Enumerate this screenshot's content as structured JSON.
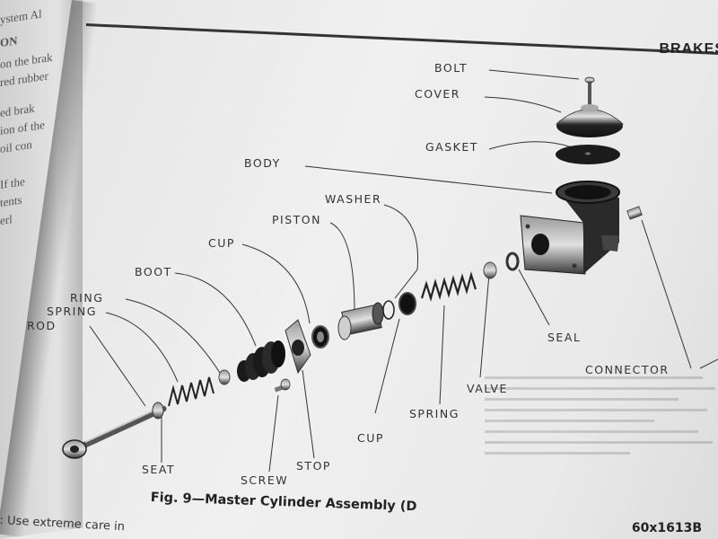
{
  "left_page": {
    "fragments": [
      "ystem Al",
      "ON",
      "on the brak",
      "red rubber",
      "ed brak",
      "ion of the",
      "oil con",
      "If the",
      "tents",
      "erl"
    ]
  },
  "header": {
    "section": "BRAKES"
  },
  "diagram": {
    "labels": {
      "bolt": "BOLT",
      "cover": "COVER",
      "gasket": "GASKET",
      "body": "BODY",
      "washer": "WASHER",
      "piston": "PISTON",
      "cup_top": "CUP",
      "boot": "BOOT",
      "ring": "RING",
      "spring_left": "SPRING",
      "rod": "ROD",
      "seat": "SEAT",
      "screw": "SCREW",
      "stop": "STOP",
      "cup_bottom": "CUP",
      "spring_right": "SPRING",
      "valve": "VALVE",
      "seal": "SEAL",
      "connector": "CONNECTOR"
    }
  },
  "caption": "Fig. 9—Master Cylinder Assembly (D",
  "figure_code": "60x1613B",
  "bottom_note": ": Use extreme care in",
  "colors": {
    "ink": "#222222",
    "part_dark": "#2a2a2a",
    "part_mid": "#6b6b6b",
    "paper": "#eeeeee"
  }
}
